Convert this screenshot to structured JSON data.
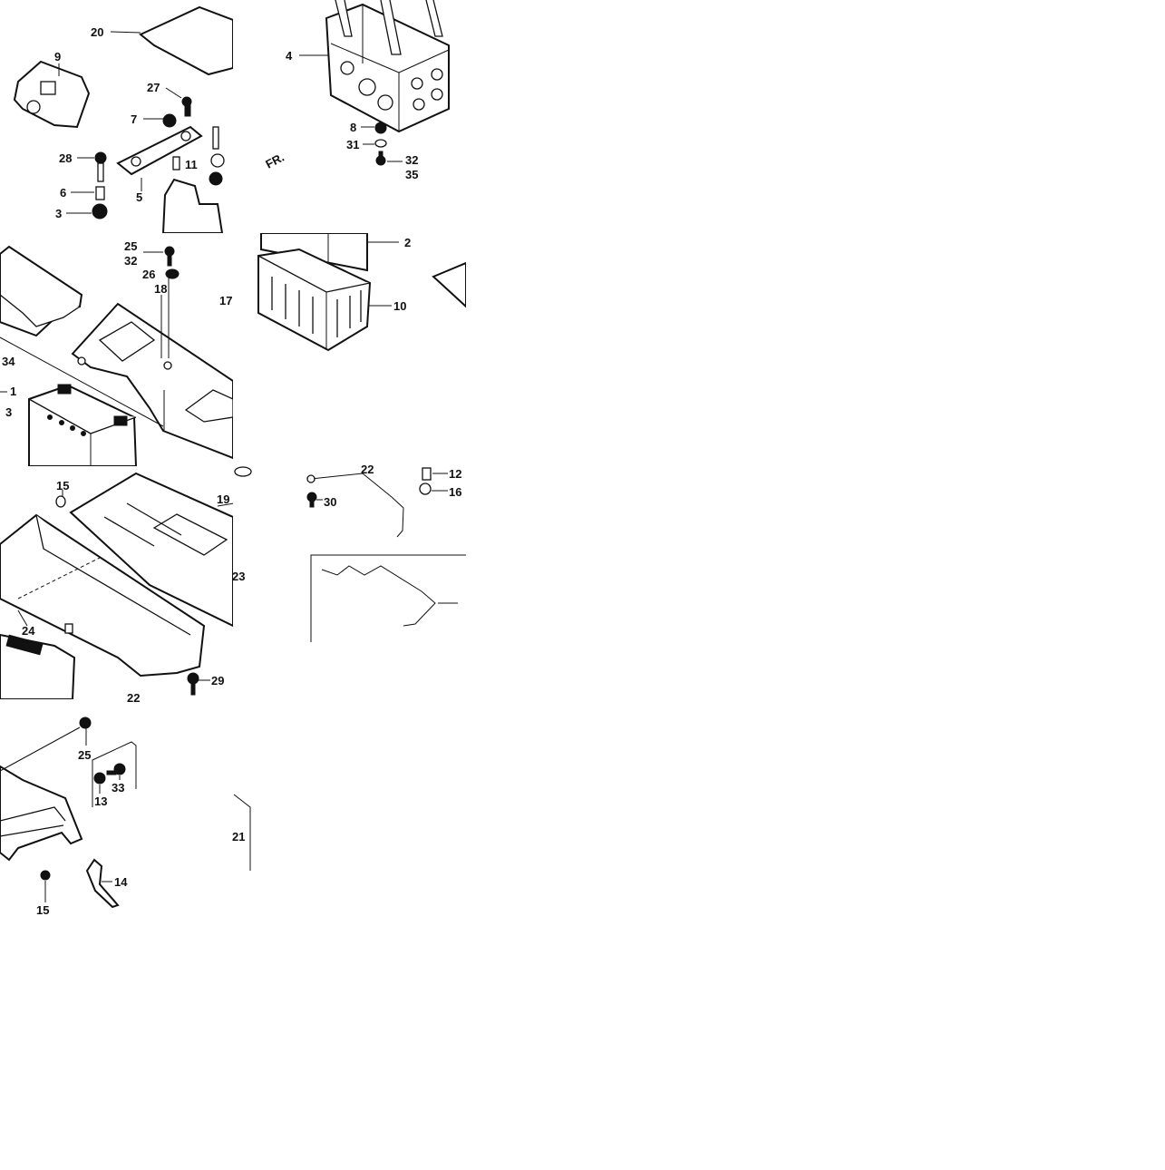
{
  "diagram": {
    "front_marker": "FR.",
    "callouts": {
      "t1": [
        "20",
        "9",
        "27",
        "7",
        "28",
        "11",
        "6",
        "5",
        "3"
      ],
      "t2": [
        "4",
        "8",
        "31",
        "32",
        "35"
      ],
      "t3": [
        "25",
        "32",
        "26",
        "18",
        "17",
        "34",
        "1",
        "3"
      ],
      "t4": [
        "2",
        "10"
      ],
      "t5": [
        "15",
        "19",
        "23",
        "24",
        "29",
        "22"
      ],
      "t6": [
        "22",
        "30",
        "12",
        "16"
      ],
      "t7": [
        "25",
        "33",
        "13",
        "14",
        "15",
        "21"
      ]
    }
  }
}
